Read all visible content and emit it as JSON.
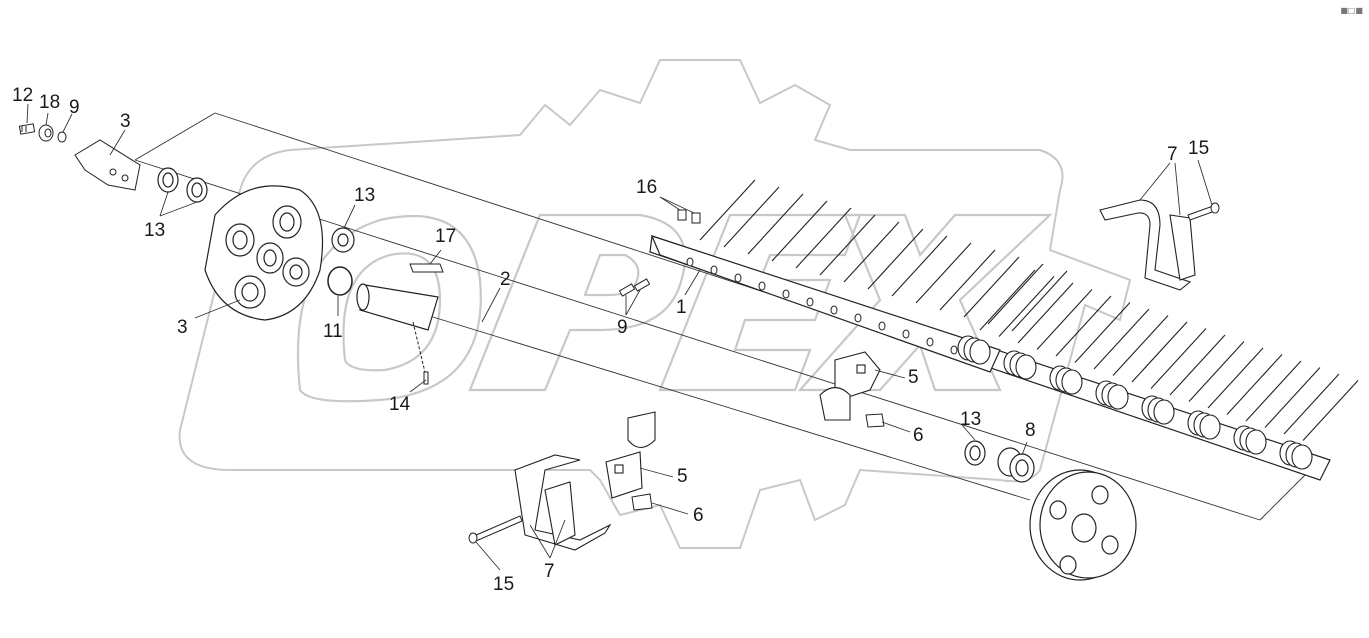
{
  "diagram": {
    "watermark": "OPEX",
    "callouts": [
      {
        "id": "c12a",
        "text": "12"
      },
      {
        "id": "c18",
        "text": "18"
      },
      {
        "id": "c9a",
        "text": "9"
      },
      {
        "id": "c3a",
        "text": "3"
      },
      {
        "id": "c13a",
        "text": "13"
      },
      {
        "id": "c13b",
        "text": "13"
      },
      {
        "id": "c3b",
        "text": "3"
      },
      {
        "id": "c11",
        "text": "11"
      },
      {
        "id": "c17",
        "text": "17"
      },
      {
        "id": "c2",
        "text": "2"
      },
      {
        "id": "c14",
        "text": "14"
      },
      {
        "id": "c16",
        "text": "16"
      },
      {
        "id": "c9b",
        "text": "9"
      },
      {
        "id": "c1",
        "text": "1"
      },
      {
        "id": "c7a",
        "text": "7"
      },
      {
        "id": "c15a",
        "text": "15"
      },
      {
        "id": "c5a",
        "text": "5"
      },
      {
        "id": "c6a",
        "text": "6"
      },
      {
        "id": "c13c",
        "text": "13"
      },
      {
        "id": "c8",
        "text": "8"
      },
      {
        "id": "c5b",
        "text": "5"
      },
      {
        "id": "c6b",
        "text": "6"
      },
      {
        "id": "c15b",
        "text": "15"
      },
      {
        "id": "c7b",
        "text": "7"
      }
    ]
  }
}
